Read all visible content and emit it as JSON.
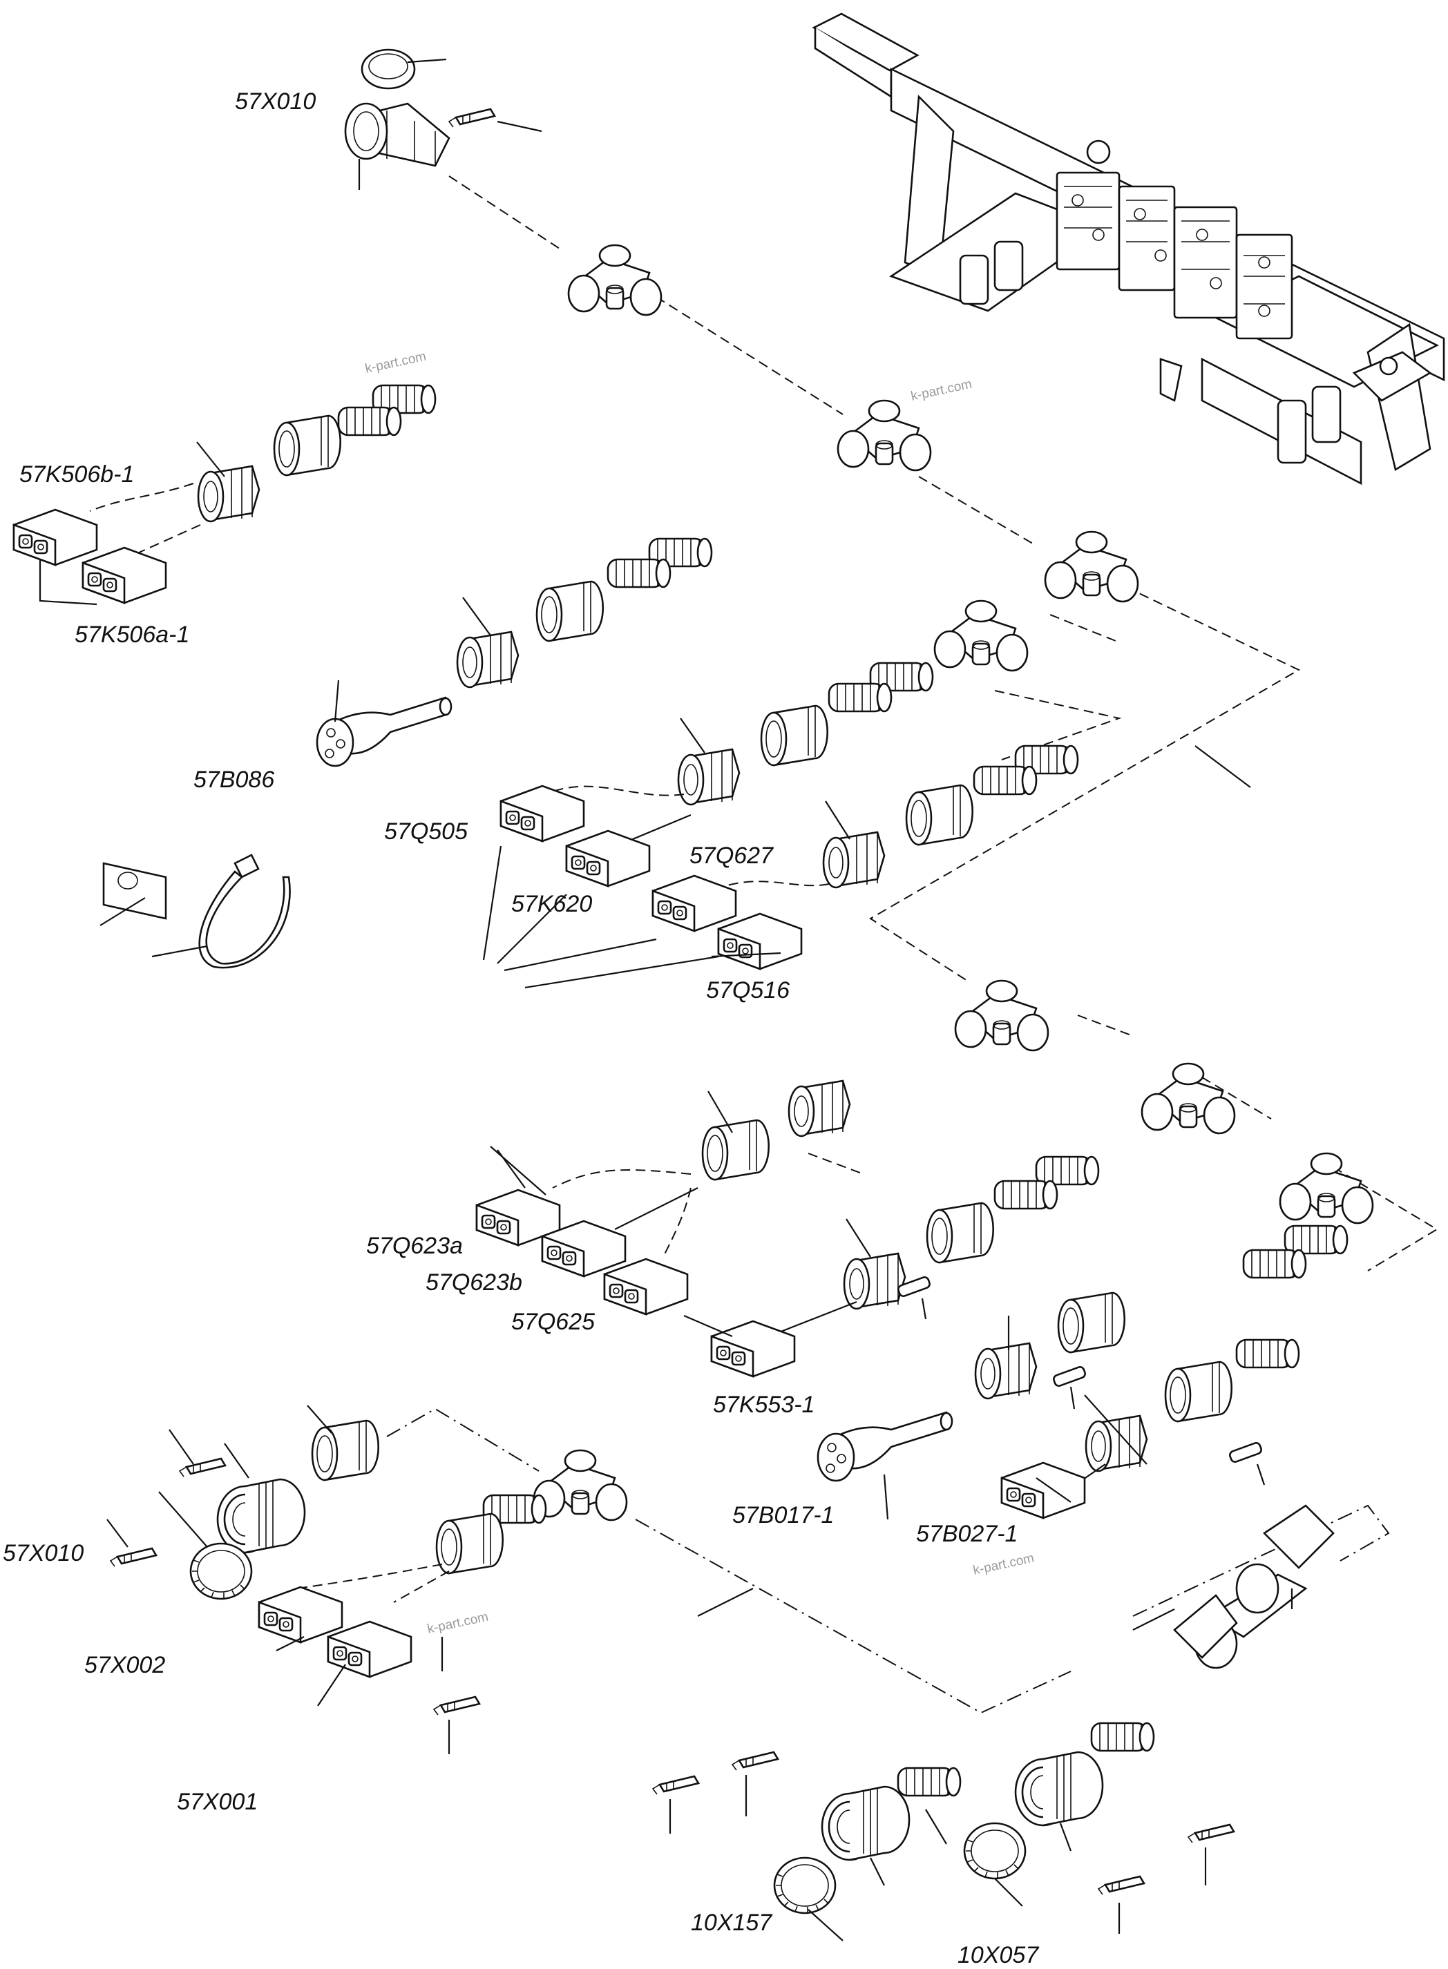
{
  "labels": {
    "x010_top": "57X010",
    "k506b": "57K506b-1",
    "k506a": "57K506a-1",
    "b086": "57B086",
    "q505": "57Q505",
    "k620": "57K620",
    "q627": "57Q627",
    "q516": "57Q516",
    "q623a": "57Q623a",
    "q623b": "57Q623b",
    "q625": "57Q625",
    "k553": "57K553-1",
    "b017": "57B017-1",
    "b027": "57B027-1",
    "x010_bottom": "57X010",
    "x002": "57X002",
    "x001": "57X001",
    "x157": "10X157",
    "x057": "10X057"
  },
  "watermarks": {
    "wm1": "k-part.com",
    "wm2": "k-part.com",
    "wm3": "k-part.com",
    "wm4": "k-part.com"
  },
  "colors": {
    "line": "#111111",
    "background": "#ffffff",
    "watermark": "#9a9a9a"
  },
  "icons": {
    "frame": "machine-frame-with-valve-block",
    "t_connector": "t-junction-icon",
    "socket": "connector-plug-icon",
    "relay": "relay-connector-icon"
  }
}
